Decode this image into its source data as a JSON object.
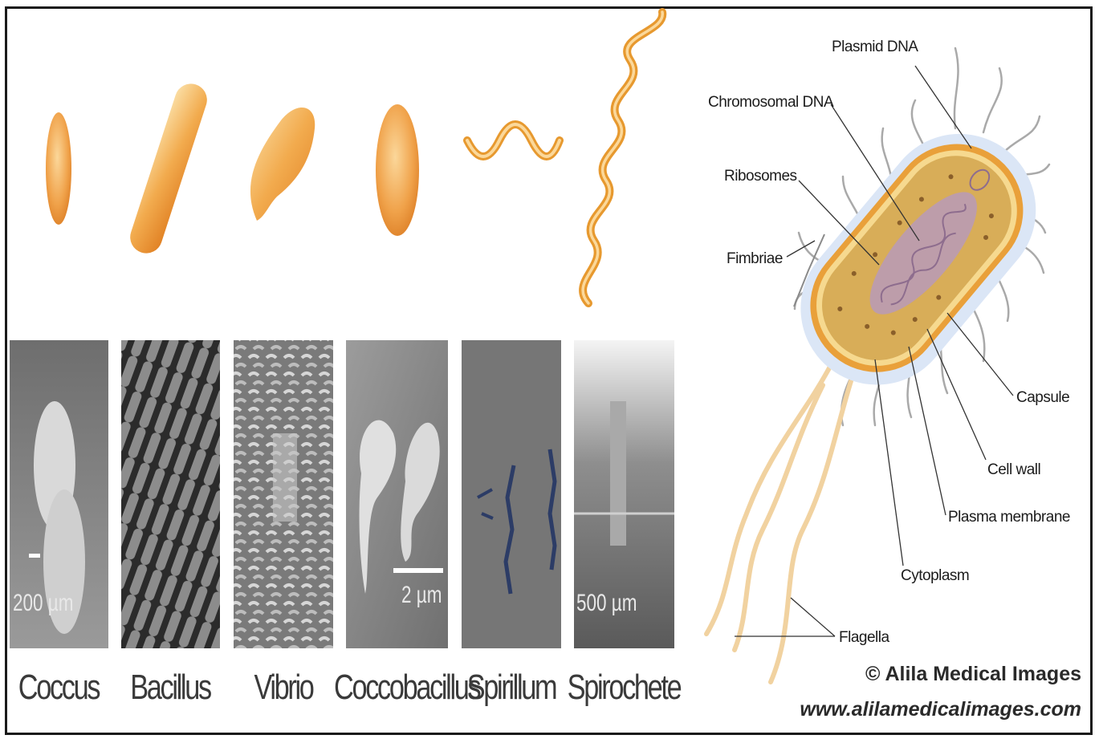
{
  "shapes": [
    {
      "name": "Coccus"
    },
    {
      "name": "Bacillus"
    },
    {
      "name": "Vibrio"
    },
    {
      "name": "Coccobacillus"
    },
    {
      "name": "Spirillum"
    },
    {
      "name": "Spirochete"
    }
  ],
  "scale_bars": {
    "coccus": "200 µm",
    "coccobacillus": "2 µm",
    "spirochete": "500 µm"
  },
  "cell_parts": {
    "plasmid_dna": "Plasmid DNA",
    "chromosomal_dna": "Chromosomal DNA",
    "ribosomes": "Ribosomes",
    "fimbriae": "Fimbriae",
    "capsule": "Capsule",
    "cell_wall": "Cell wall",
    "plasma_membrane": "Plasma membrane",
    "cytoplasm": "Cytoplasm",
    "flagella": "Flagella"
  },
  "credits": {
    "copyright": "© Alila Medical Images",
    "website": "www.alilamedicalimages.com"
  },
  "colors": {
    "cell_orange": "#f0a646",
    "cell_light": "#f8d9a0",
    "capsule_blue": "#d8e4f5",
    "sem_gray": "#8a8a8a",
    "cytoplasm": "#dcb15a",
    "nucleoid": "#b794b8"
  }
}
